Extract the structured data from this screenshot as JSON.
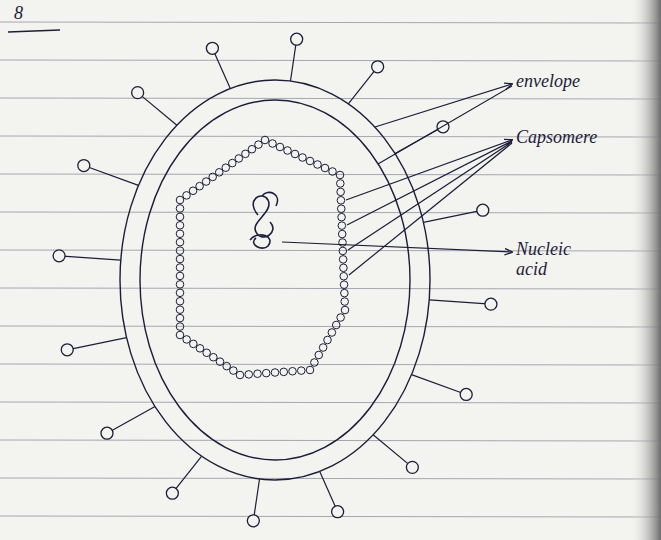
{
  "diagram": {
    "labels": [
      "8",
      "envelope",
      "Capsomere",
      "Nucleic acid"
    ]
  }
}
